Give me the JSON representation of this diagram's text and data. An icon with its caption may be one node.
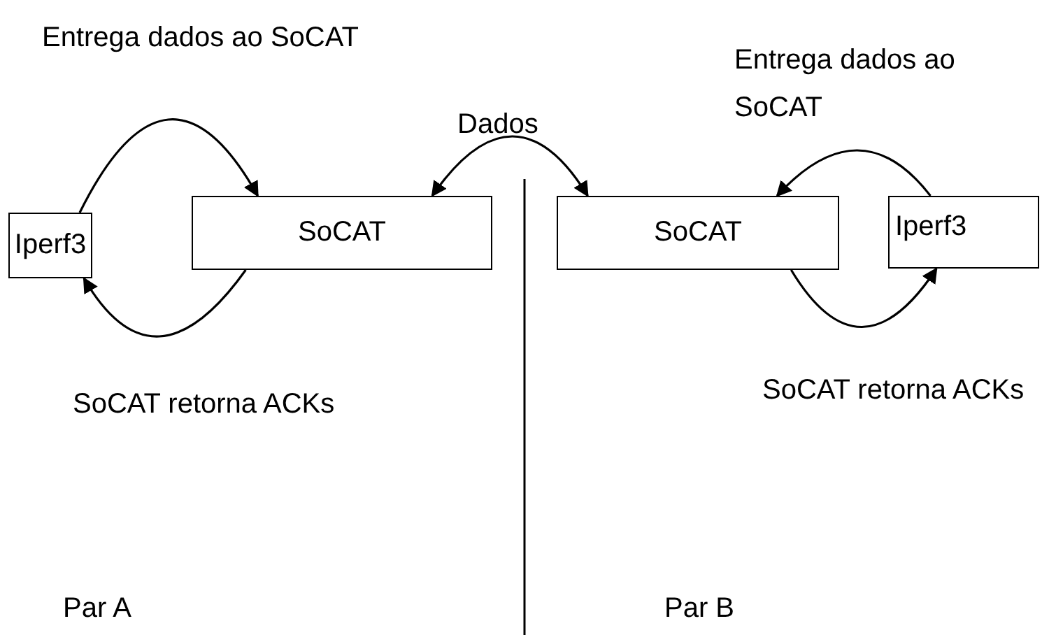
{
  "diagram": {
    "nodes": [
      {
        "text": [
          "Iperf3"
        ]
      },
      {
        "text": [
          "SoCAT"
        ]
      },
      {
        "text": [
          "SoCAT"
        ]
      },
      {
        "text": [
          "Iperf3"
        ]
      }
    ],
    "edges": [
      {
        "from": 0,
        "to": 1,
        "arrow": "to",
        "label": "Entrega dados ao SoCAT"
      },
      {
        "from": 1,
        "to": 0,
        "arrow": "to",
        "label": "SoCAT retorna ACKs"
      },
      {
        "from": 1,
        "to": 2,
        "arrow": "both",
        "label": "Dados"
      },
      {
        "from": 3,
        "to": 2,
        "arrow": "to",
        "label": "Entrega dados ao SoCAT"
      },
      {
        "from": 2,
        "to": 3,
        "arrow": "to",
        "label": "SoCAT retorna ACKs"
      }
    ],
    "labels": [
      "Par A",
      "Par B"
    ]
  }
}
